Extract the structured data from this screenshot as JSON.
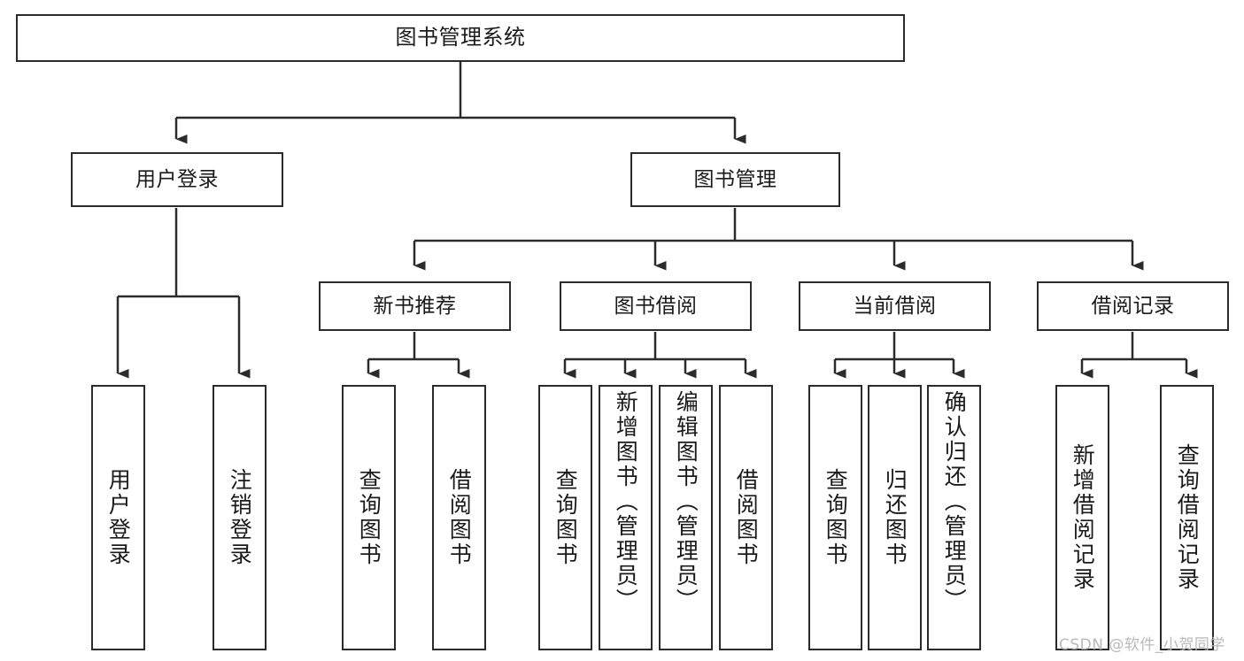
{
  "diagram": {
    "type": "tree-hierarchy-chart",
    "title": "图书管理系统",
    "stroke_color": "#2b2b2b",
    "fill_color": "#ffffff",
    "text_color": "#1a1a1a",
    "levels": 4
  },
  "nodes": {
    "root": {
      "label": "图书管理系统",
      "orientation": "horizontal",
      "level": 0
    },
    "level2": [
      {
        "id": "user-login",
        "label": "用户登录",
        "orientation": "horizontal",
        "level": 1
      },
      {
        "id": "book-manage",
        "label": "图书管理",
        "orientation": "horizontal",
        "level": 1
      }
    ],
    "level3": [
      {
        "id": "new-book-rec",
        "label": "新书推荐",
        "orientation": "horizontal",
        "level": 2
      },
      {
        "id": "book-borrow",
        "label": "图书借阅",
        "orientation": "horizontal",
        "level": 2
      },
      {
        "id": "current-borrow",
        "label": "当前借阅",
        "orientation": "horizontal",
        "level": 2
      },
      {
        "id": "borrow-record",
        "label": "借阅记录",
        "orientation": "horizontal",
        "level": 2
      }
    ],
    "leaves": {
      "user_login_children": [
        {
          "id": "leaf-user-login",
          "label": "用户登录",
          "align": "center"
        },
        {
          "id": "leaf-logout",
          "label": "注销登录",
          "align": "center"
        }
      ],
      "new_book_rec_children": [
        {
          "id": "leaf-query-book-1",
          "label": "查询图书",
          "align": "center"
        },
        {
          "id": "leaf-borrow-book-1",
          "label": "借阅图书",
          "align": "center"
        }
      ],
      "book_borrow_children": [
        {
          "id": "leaf-query-book-2",
          "label": "查询图书",
          "align": "center"
        },
        {
          "id": "leaf-add-book",
          "label": "新增图书（管理员）",
          "align": "top"
        },
        {
          "id": "leaf-edit-book",
          "label": "编辑图书（管理员）",
          "align": "top"
        },
        {
          "id": "leaf-borrow-book-2",
          "label": "借阅图书",
          "align": "center"
        }
      ],
      "current_borrow_children": [
        {
          "id": "leaf-query-book-3",
          "label": "查询图书",
          "align": "center"
        },
        {
          "id": "leaf-return-book",
          "label": "归还图书",
          "align": "center"
        },
        {
          "id": "leaf-confirm-return",
          "label": "确认归还（管理员）",
          "align": "top"
        }
      ],
      "borrow_record_children": [
        {
          "id": "leaf-add-record",
          "label": "新增借阅记录",
          "align": "center"
        },
        {
          "id": "leaf-query-record",
          "label": "查询借阅记录",
          "align": "center"
        }
      ]
    }
  },
  "watermark": {
    "text": "CSDN @软件_小贺同学",
    "color": "#b9b9b9"
  }
}
